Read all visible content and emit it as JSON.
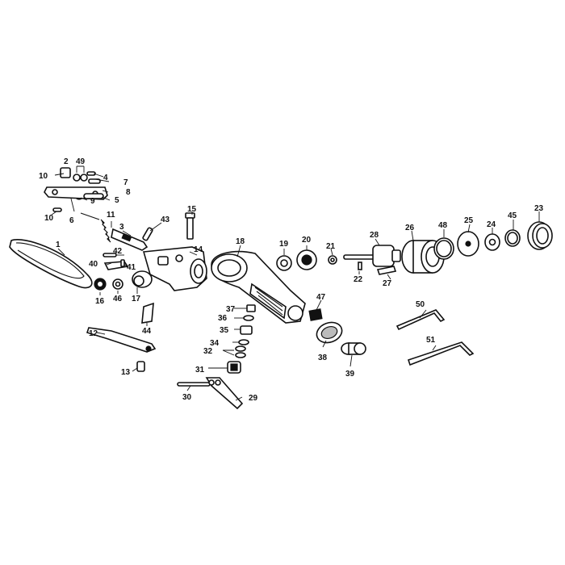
{
  "labels": {
    "p1": "1",
    "p2": "2",
    "p3": "3",
    "p4": "4",
    "p5": "5",
    "p6": "6",
    "p7": "7",
    "p8": "8",
    "p9": "9",
    "p10a": "10",
    "p10b": "10",
    "p11": "11",
    "p12": "12",
    "p13": "13",
    "p14": "14",
    "p15": "15",
    "p16": "16",
    "p17": "17",
    "p18": "18",
    "p19": "19",
    "p20": "20",
    "p21": "21",
    "p22": "22",
    "p23": "23",
    "p24": "24",
    "p25": "25",
    "p26": "26",
    "p27": "27",
    "p28": "28",
    "p29": "29",
    "p30": "30",
    "p31": "31",
    "p32": "32",
    "p34": "34",
    "p35": "35",
    "p36": "36",
    "p37": "37",
    "p38": "38",
    "p39": "39",
    "p40": "40",
    "p41": "41",
    "p42": "42",
    "p43": "43",
    "p44": "44",
    "p45": "45",
    "p46": "46",
    "p47": "47",
    "p48": "48",
    "p49": "49",
    "p50": "50",
    "p51": "51"
  },
  "colors": {
    "ink": "#111111",
    "paper": "#ffffff",
    "shade": "#bbbbbb"
  }
}
